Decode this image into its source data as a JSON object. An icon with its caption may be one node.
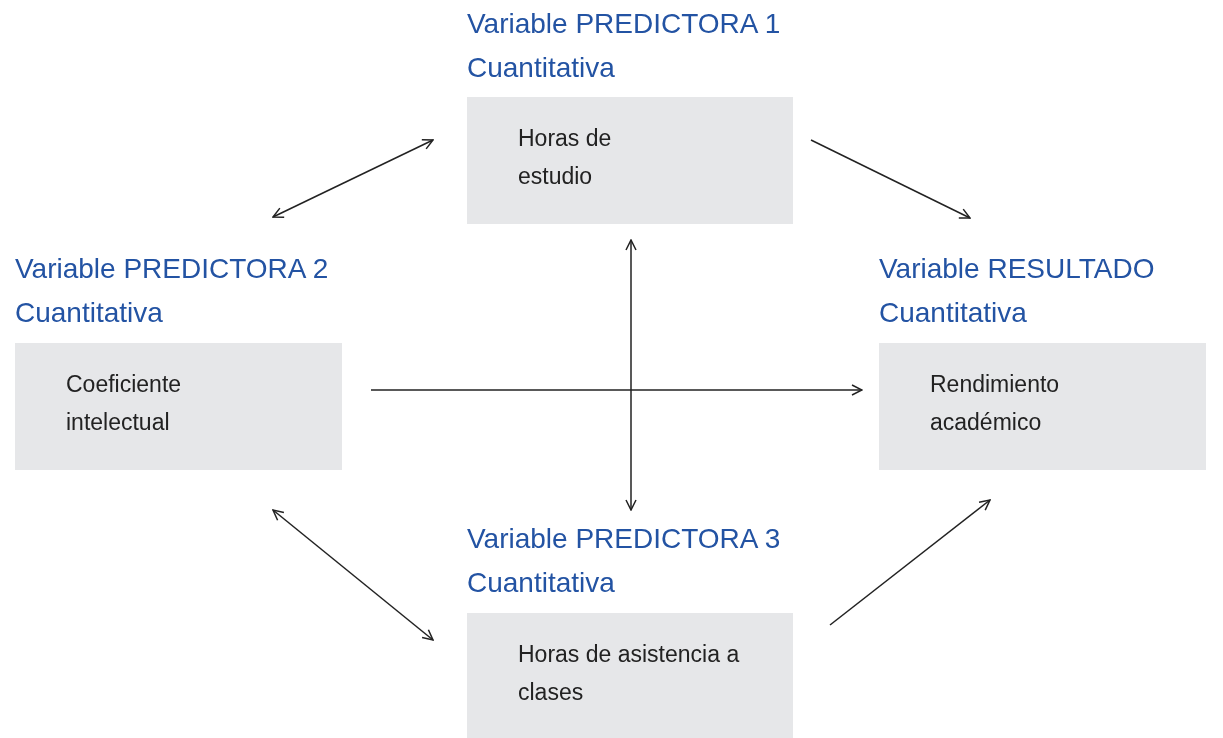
{
  "diagram": {
    "nodes": [
      {
        "text": [
          "Variable PREDICTORA 1 Cuantitativa",
          "Horas de estudio"
        ]
      },
      {
        "text": [
          "Variable PREDICTORA 2 Cuantitativa",
          "Coeficiente intelectual"
        ]
      },
      {
        "text": [
          "Variable RESULTADO Cuantitativa",
          "Rendimiento académico"
        ]
      },
      {
        "text": [
          "Variable PREDICTORA 3 Cuantitativa",
          "Horas de asistencia a clases"
        ]
      }
    ],
    "edges": [
      {
        "from": 0,
        "to": 1,
        "arrow": "both"
      },
      {
        "from": 0,
        "to": 2,
        "arrow": "to"
      },
      {
        "from": 1,
        "to": 2,
        "arrow": "to"
      },
      {
        "from": 0,
        "to": 3,
        "arrow": "both"
      },
      {
        "from": 1,
        "to": 3,
        "arrow": "both"
      },
      {
        "from": 3,
        "to": 2,
        "arrow": "to"
      }
    ]
  }
}
